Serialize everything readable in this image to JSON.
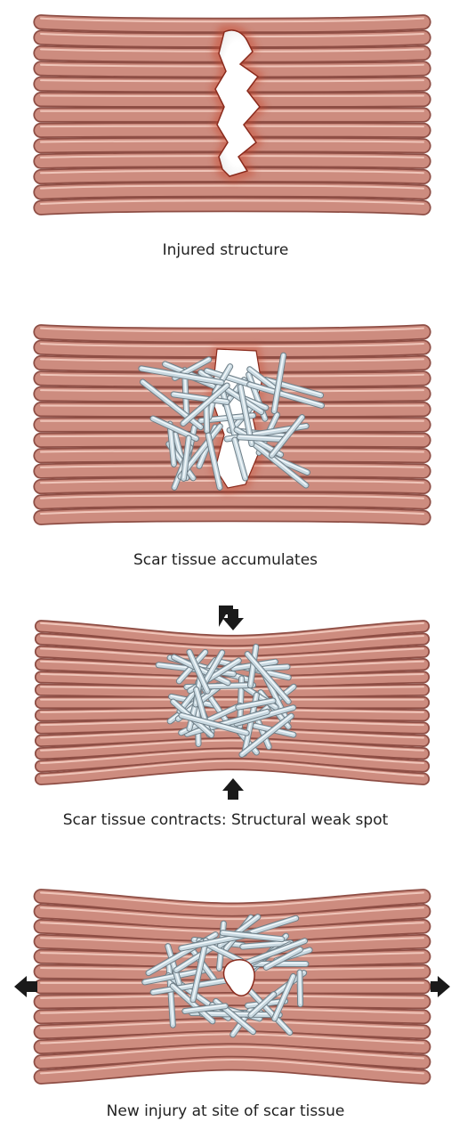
{
  "captions": {
    "panel1": "Injured structure",
    "panel2": "Scar tissue accumulates",
    "panel3": "Scar tissue contracts: Structural weak spot",
    "panel4": "New injury at site of scar tissue"
  },
  "colors": {
    "fiber": "#c9877a",
    "fiber_highlight": "#efc7bc",
    "fiber_shadow": "#8e4e45",
    "wound": "#c8442c",
    "scar": "#c8d8e0",
    "arrow": "#1a1a1a"
  }
}
